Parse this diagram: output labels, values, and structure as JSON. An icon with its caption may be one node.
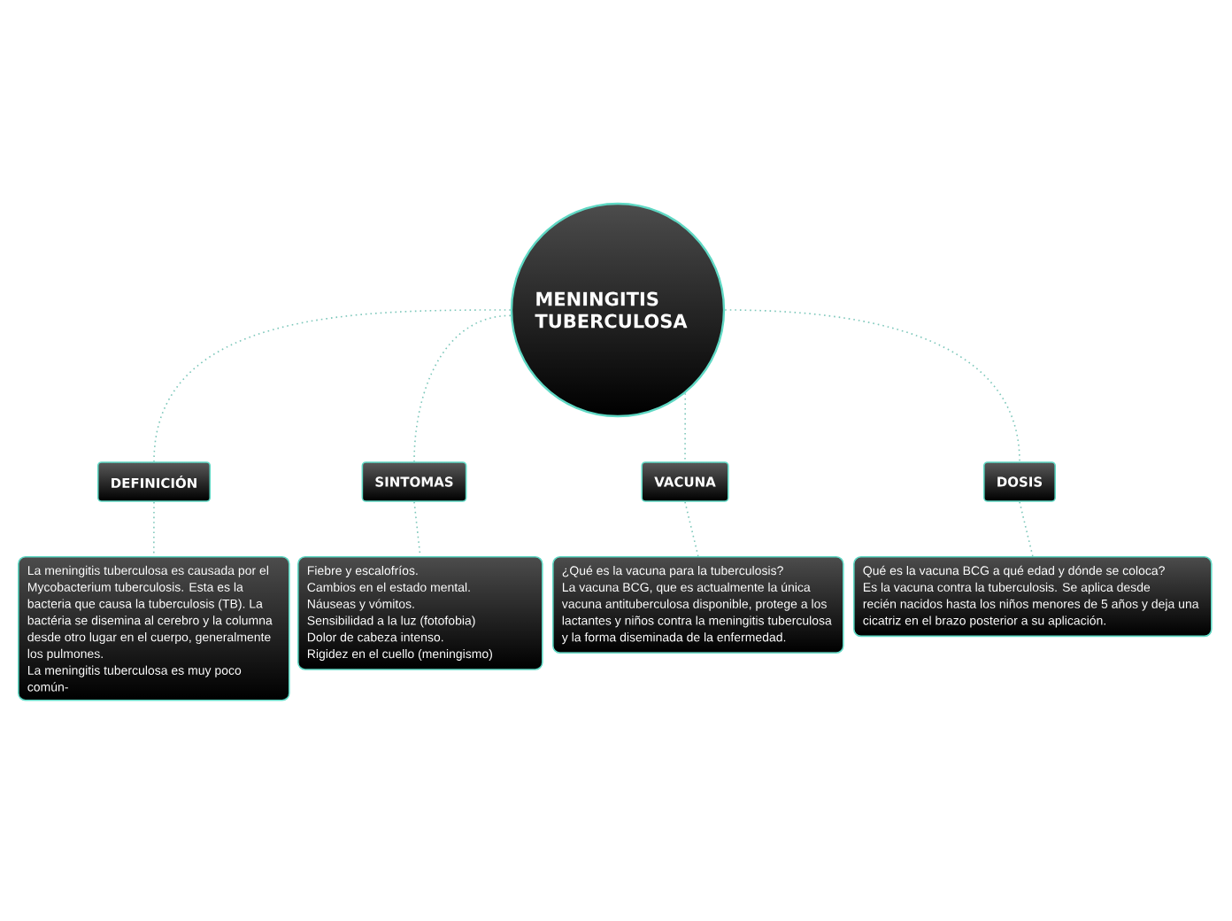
{
  "diagram": {
    "nodes": [
      {
        "text": [
          "MENINGITIS TUBERCULOSA"
        ]
      },
      {
        "text": [
          "DEFINICIÓN"
        ]
      },
      {
        "text": [
          "SINTOMAS"
        ]
      },
      {
        "text": [
          "VACUNA"
        ]
      },
      {
        "text": [
          "DOSIS"
        ]
      },
      {
        "text": [
          "La meningitis tuberculosa es causada por el Mycobacterium tuberculosis. Esta es la bacteria que causa la tuberculosis (TB). La bactéria se disemina al cerebro y la columna desde otro lugar en el cuerpo, generalmente los pulmones.",
          "La meningitis tuberculosa es muy poco común-"
        ]
      },
      {
        "text": [
          "Fiebre y escalofríos.",
          "Cambios en el estado mental.",
          "Náuseas y vómitos.",
          "Sensibilidad a la luz (fotofobia)",
          "Dolor de cabeza intenso.",
          "Rigidez en el cuello (meningismo)"
        ]
      },
      {
        "text": [
          "¿Qué es la vacuna para la tuberculosis?",
          "La vacuna BCG, que es actualmente la única vacuna antituberculosa disponible, protege a los lactantes y niños contra la meningitis tuberculosa y la forma diseminada de la enfermedad."
        ]
      },
      {
        "text": [
          "Qué es la vacuna BCG a qué edad y dónde se coloca?",
          "Es la vacuna contra la tuberculosis. Se aplica desde",
          "recién nacidos hasta los niños menores de 5 años y deja una cicatriz en el brazo posterior a su aplicación."
        ]
      }
    ],
    "edges": [
      {
        "from": 0,
        "to": 1,
        "arrow": "none",
        "style": "dashed"
      },
      {
        "from": 0,
        "to": 2,
        "arrow": "none",
        "style": "dashed"
      },
      {
        "from": 0,
        "to": 3,
        "arrow": "none",
        "style": "dashed"
      },
      {
        "from": 0,
        "to": 4,
        "arrow": "none",
        "style": "dashed"
      },
      {
        "from": 1,
        "to": 5,
        "arrow": "none",
        "style": "dashed"
      },
      {
        "from": 2,
        "to": 6,
        "arrow": "none",
        "style": "dashed"
      },
      {
        "from": 3,
        "to": 7,
        "arrow": "none",
        "style": "dashed"
      },
      {
        "from": 4,
        "to": 8,
        "arrow": "none",
        "style": "dashed"
      }
    ]
  }
}
